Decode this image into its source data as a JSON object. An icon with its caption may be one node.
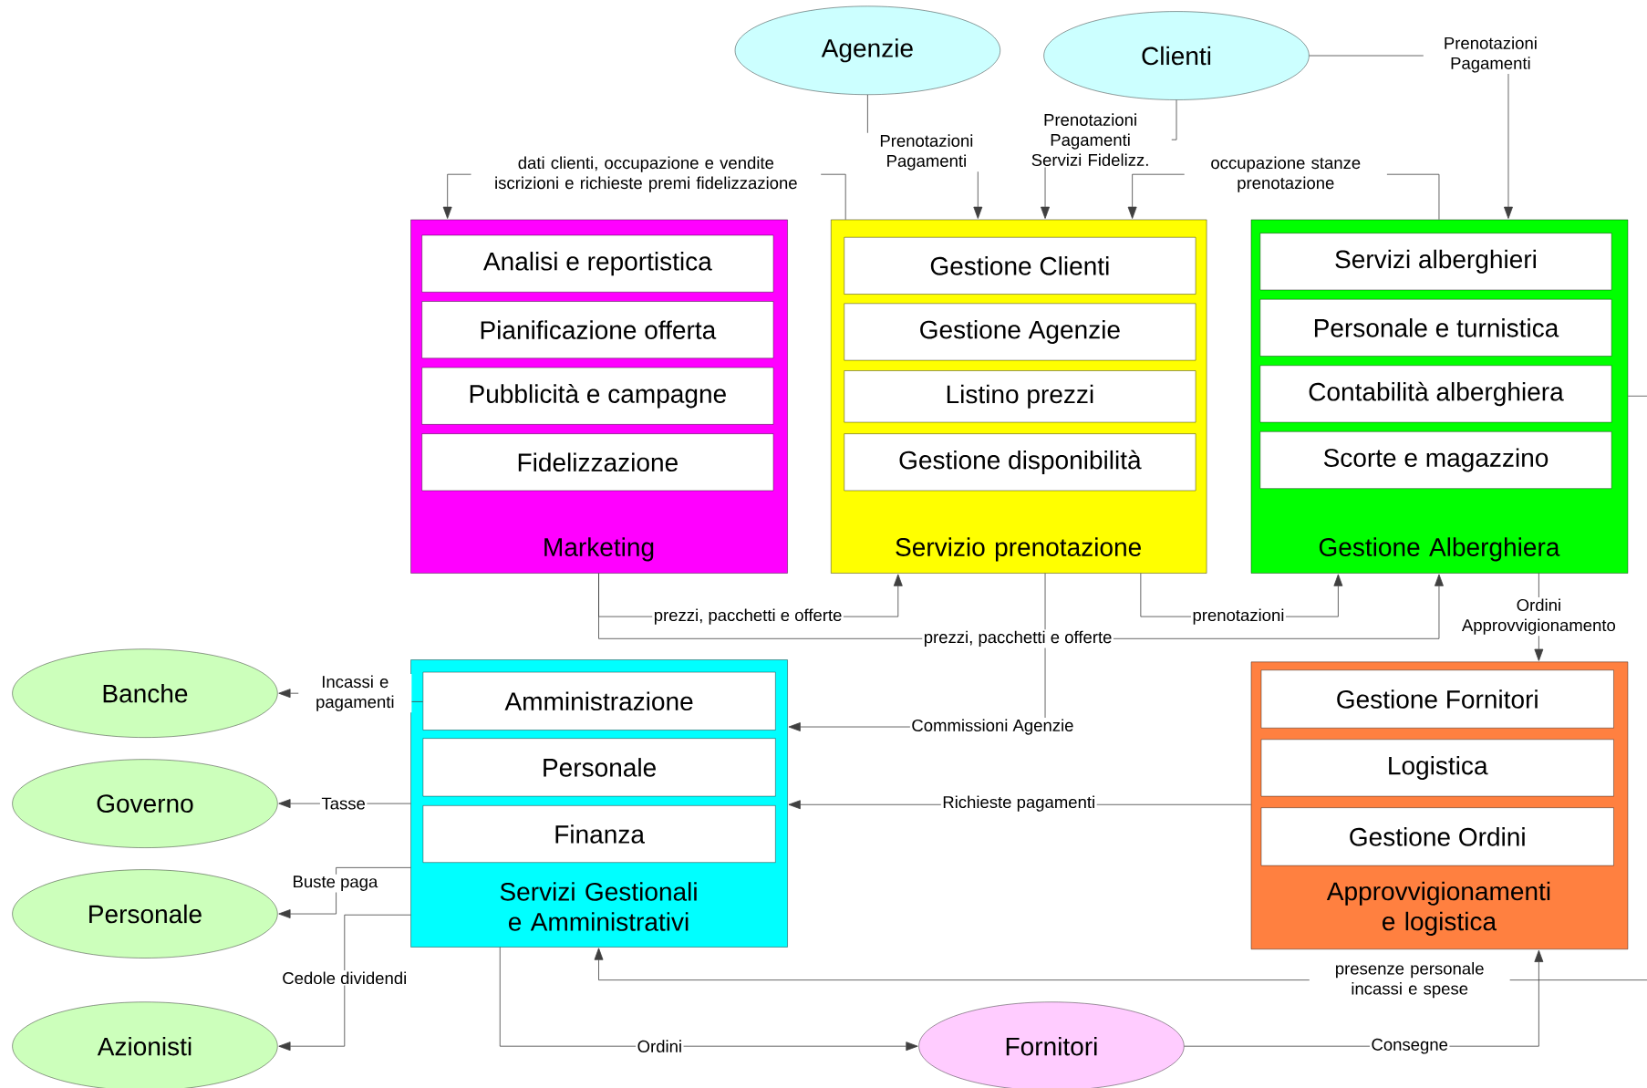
{
  "diagram": {
    "nodes": [
      {
        "text": [
          "Agenzie"
        ]
      },
      {
        "text": [
          "Clienti"
        ]
      },
      {
        "text": [
          "Marketing"
        ]
      },
      {
        "text": [
          "Analisi e reportistica"
        ],
        "in": 2
      },
      {
        "text": [
          "Pianificazione offerta"
        ],
        "in": 2
      },
      {
        "text": [
          "Pubblicità e campagne"
        ],
        "in": 2
      },
      {
        "text": [
          "Fidelizzazione"
        ],
        "in": 2
      },
      {
        "text": [
          "Servizio prenotazione"
        ]
      },
      {
        "text": [
          "Gestione Clienti"
        ],
        "in": 7
      },
      {
        "text": [
          "Gestione Agenzie"
        ],
        "in": 7
      },
      {
        "text": [
          "Listino prezzi"
        ],
        "in": 7
      },
      {
        "text": [
          "Gestione disponibilità"
        ],
        "in": 7
      },
      {
        "text": [
          "Gestione Alberghiera"
        ]
      },
      {
        "text": [
          "Servizi alberghieri"
        ],
        "in": 12
      },
      {
        "text": [
          "Personale e turnistica"
        ],
        "in": 12
      },
      {
        "text": [
          "Contabilità alberghiera"
        ],
        "in": 12
      },
      {
        "text": [
          "Scorte e magazzino"
        ],
        "in": 12
      },
      {
        "text": [
          "Banche"
        ]
      },
      {
        "text": [
          "Governo"
        ]
      },
      {
        "text": [
          "Personale"
        ]
      },
      {
        "text": [
          "Azionisti"
        ]
      },
      {
        "text": [
          "Servizi Gestionali e Amministrativi"
        ]
      },
      {
        "text": [
          "Amministrazione"
        ],
        "in": 21
      },
      {
        "text": [
          "Personale"
        ],
        "in": 21
      },
      {
        "text": [
          "Finanza"
        ],
        "in": 21
      },
      {
        "text": [
          "Approvvigionamenti e logistica"
        ]
      },
      {
        "text": [
          "Gestione Fornitori"
        ],
        "in": 25
      },
      {
        "text": [
          "Logistica"
        ],
        "in": 25
      },
      {
        "text": [
          "Gestione Ordini"
        ],
        "in": 25
      },
      {
        "text": [
          "Fornitori"
        ]
      }
    ],
    "edges": [
      {
        "from": 0,
        "to": 7,
        "arrow": "to",
        "label": "Prenotazioni Pagamenti"
      },
      {
        "from": 1,
        "to": 7,
        "arrow": "to",
        "label": "Prenotazioni Pagamenti Servizi Fidelizz."
      },
      {
        "from": 12,
        "to": 7,
        "arrow": "to",
        "label": "occupazione stanze prenotazione"
      },
      {
        "from": 1,
        "to": 12,
        "arrow": "to",
        "label": "Prenotazioni Pagamenti"
      },
      {
        "from": 7,
        "to": 2,
        "arrow": "to",
        "label": "dati clienti, occupazione e vendite iscrizioni e richieste premi fidelizzazione"
      },
      {
        "from": 2,
        "to": 7,
        "arrow": "to",
        "label": "prezzi, pacchetti e offerte"
      },
      {
        "from": 2,
        "to": 12,
        "arrow": "to",
        "label": "prezzi, pacchetti e offerte"
      },
      {
        "from": 7,
        "to": 12,
        "arrow": "to",
        "label": "prenotazioni"
      },
      {
        "from": 7,
        "to": 21,
        "arrow": "to",
        "label": "Commissioni Agenzie"
      },
      {
        "from": 12,
        "to": 25,
        "arrow": "to",
        "label": "Ordini Approvvigionamento"
      },
      {
        "from": 25,
        "to": 21,
        "arrow": "to",
        "label": "Richieste pagamenti"
      },
      {
        "from": 22,
        "to": 17,
        "arrow": "to",
        "label": "Incassi e pagamenti"
      },
      {
        "from": 21,
        "to": 18,
        "arrow": "to",
        "label": "Tasse"
      },
      {
        "from": 21,
        "to": 19,
        "arrow": "to",
        "label": "Buste paga"
      },
      {
        "from": 21,
        "to": 20,
        "arrow": "to",
        "label": "Cedole dividendi"
      },
      {
        "from": 21,
        "to": 29,
        "arrow": "to",
        "label": "Ordini"
      },
      {
        "from": 29,
        "to": 25,
        "arrow": "to",
        "label": "Consegne"
      },
      {
        "from": null,
        "to": 21,
        "arrow": "to",
        "label": "presenze personale incassi e spese"
      },
      {
        "from": 12,
        "to": null,
        "arrow": "none"
      }
    ]
  }
}
